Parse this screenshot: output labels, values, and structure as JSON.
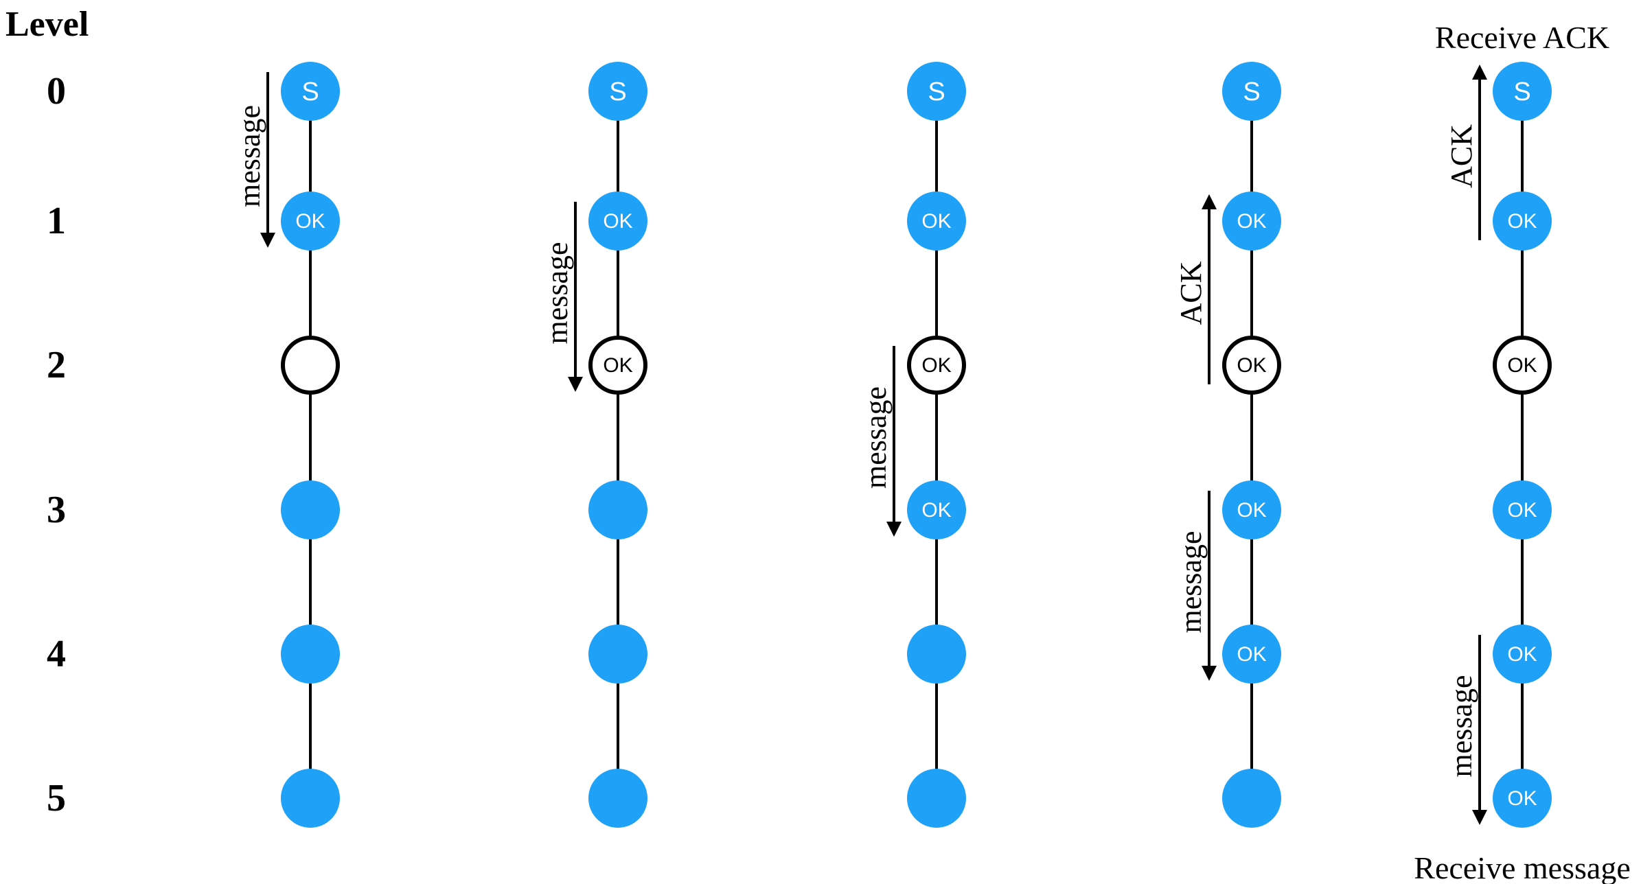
{
  "header": {
    "level_label": "Level"
  },
  "levels": [
    "0",
    "1",
    "2",
    "3",
    "4",
    "5"
  ],
  "colors": {
    "node_fill": "#1EA1F7",
    "node_text": "#ffffff",
    "hollow_stroke": "#000000",
    "line": "#000000",
    "arrow": "#000000",
    "label": "#000000"
  },
  "node_text": {
    "source": "S",
    "ok": "OK"
  },
  "steps": [
    {
      "nodes": [
        {
          "level": 0,
          "kind": "filled",
          "text": "S"
        },
        {
          "level": 1,
          "kind": "filled",
          "text": "OK"
        },
        {
          "level": 2,
          "kind": "hollow",
          "text": ""
        },
        {
          "level": 3,
          "kind": "filled",
          "text": ""
        },
        {
          "level": 4,
          "kind": "filled",
          "text": ""
        },
        {
          "level": 5,
          "kind": "filled",
          "text": ""
        }
      ],
      "arrows": [
        {
          "label": "message",
          "direction": "down",
          "from_level": 0,
          "to_level": 1
        }
      ],
      "captions": []
    },
    {
      "nodes": [
        {
          "level": 0,
          "kind": "filled",
          "text": "S"
        },
        {
          "level": 1,
          "kind": "filled",
          "text": "OK"
        },
        {
          "level": 2,
          "kind": "hollow",
          "text": "OK"
        },
        {
          "level": 3,
          "kind": "filled",
          "text": ""
        },
        {
          "level": 4,
          "kind": "filled",
          "text": ""
        },
        {
          "level": 5,
          "kind": "filled",
          "text": ""
        }
      ],
      "arrows": [
        {
          "label": "message",
          "direction": "down",
          "from_level": 1,
          "to_level": 2
        }
      ],
      "captions": []
    },
    {
      "nodes": [
        {
          "level": 0,
          "kind": "filled",
          "text": "S"
        },
        {
          "level": 1,
          "kind": "filled",
          "text": "OK"
        },
        {
          "level": 2,
          "kind": "hollow",
          "text": "OK"
        },
        {
          "level": 3,
          "kind": "filled",
          "text": "OK"
        },
        {
          "level": 4,
          "kind": "filled",
          "text": ""
        },
        {
          "level": 5,
          "kind": "filled",
          "text": ""
        }
      ],
      "arrows": [
        {
          "label": "message",
          "direction": "down",
          "from_level": 2,
          "to_level": 3
        }
      ],
      "captions": []
    },
    {
      "nodes": [
        {
          "level": 0,
          "kind": "filled",
          "text": "S"
        },
        {
          "level": 1,
          "kind": "filled",
          "text": "OK"
        },
        {
          "level": 2,
          "kind": "hollow",
          "text": "OK"
        },
        {
          "level": 3,
          "kind": "filled",
          "text": "OK"
        },
        {
          "level": 4,
          "kind": "filled",
          "text": "OK"
        },
        {
          "level": 5,
          "kind": "filled",
          "text": ""
        }
      ],
      "arrows": [
        {
          "label": "ACK",
          "direction": "up",
          "from_level": 2,
          "to_level": 1
        },
        {
          "label": "message",
          "direction": "down",
          "from_level": 3,
          "to_level": 4
        }
      ],
      "captions": []
    },
    {
      "nodes": [
        {
          "level": 0,
          "kind": "filled",
          "text": "S"
        },
        {
          "level": 1,
          "kind": "filled",
          "text": "OK"
        },
        {
          "level": 2,
          "kind": "hollow",
          "text": "OK"
        },
        {
          "level": 3,
          "kind": "filled",
          "text": "OK"
        },
        {
          "level": 4,
          "kind": "filled",
          "text": "OK"
        },
        {
          "level": 5,
          "kind": "filled",
          "text": "OK"
        }
      ],
      "arrows": [
        {
          "label": "ACK",
          "direction": "up",
          "from_level": 1,
          "to_level": 0
        },
        {
          "label": "message",
          "direction": "down",
          "from_level": 4,
          "to_level": 5
        }
      ],
      "captions": [
        {
          "text": "Receive ACK",
          "position": "top"
        },
        {
          "text": "Receive message",
          "position": "bottom"
        }
      ]
    }
  ]
}
